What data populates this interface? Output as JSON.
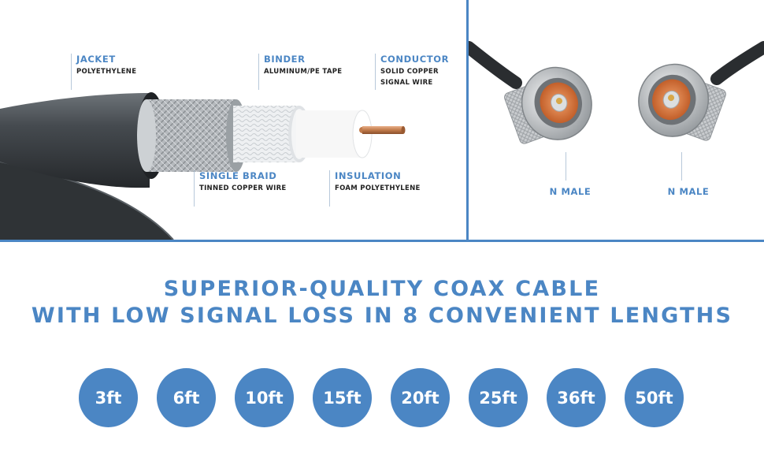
{
  "cable_callouts": {
    "jacket": {
      "title": "JACKET",
      "lines": [
        "POLYETHYLENE"
      ]
    },
    "binder": {
      "title": "BINDER",
      "lines": [
        "ALUMINUM/PE TAPE"
      ]
    },
    "conductor": {
      "title": "CONDUCTOR",
      "lines": [
        "SOLID COPPER",
        "SIGNAL WIRE"
      ]
    },
    "single_braid": {
      "title": "SINGLE BRAID",
      "lines": [
        "TINNED COPPER WIRE"
      ]
    },
    "insulation": {
      "title": "INSULATION",
      "lines": [
        "FOAM POLYETHYLENE"
      ]
    }
  },
  "connectors": {
    "left_label": "N MALE",
    "right_label": "N MALE"
  },
  "headline": {
    "line1": "SUPERIOR-QUALITY COAX CABLE",
    "line2": "WITH LOW SIGNAL LOSS IN 8 CONVENIENT LENGTHS"
  },
  "lengths": [
    "3ft",
    "6ft",
    "10ft",
    "15ft",
    "20ft",
    "25ft",
    "36ft",
    "50ft"
  ],
  "colors": {
    "accent": "#4b86c4",
    "jacket": "#3b3f43",
    "copper": "#c07a4a"
  }
}
